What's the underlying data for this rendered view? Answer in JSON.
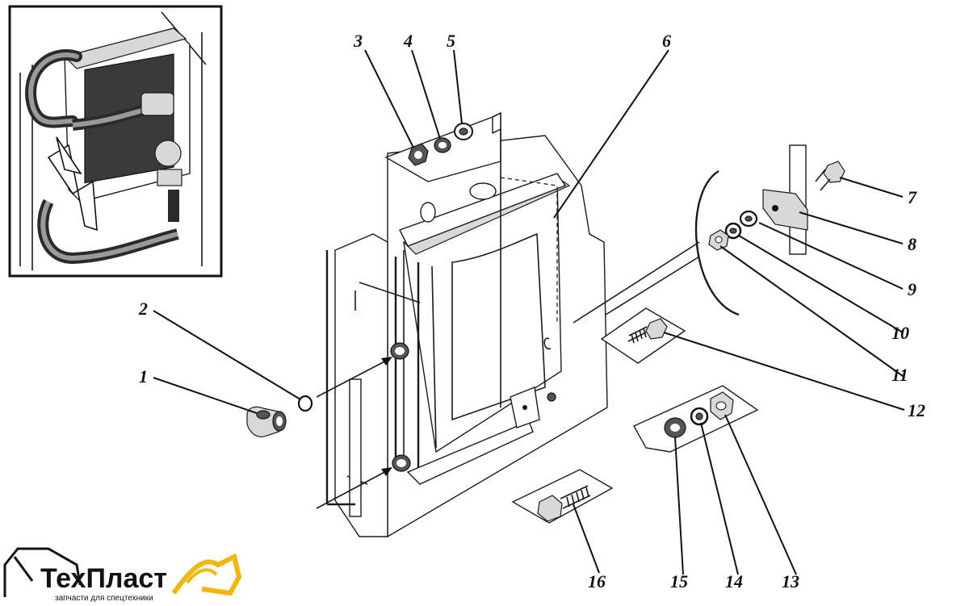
{
  "callouts": [
    {
      "id": "1",
      "label": "1"
    },
    {
      "id": "2",
      "label": "2"
    },
    {
      "id": "3",
      "label": "3"
    },
    {
      "id": "4",
      "label": "4"
    },
    {
      "id": "5",
      "label": "5"
    },
    {
      "id": "6",
      "label": "6"
    },
    {
      "id": "7",
      "label": "7"
    },
    {
      "id": "8",
      "label": "8"
    },
    {
      "id": "9",
      "label": "9"
    },
    {
      "id": "10",
      "label": "10"
    },
    {
      "id": "11",
      "label": "11"
    },
    {
      "id": "12",
      "label": "12"
    },
    {
      "id": "13",
      "label": "13"
    },
    {
      "id": "14",
      "label": "14"
    },
    {
      "id": "15",
      "label": "15"
    },
    {
      "id": "16",
      "label": "16"
    }
  ],
  "logo": {
    "brand": "ТехПласт",
    "tagline": "запчасти для спецтехники",
    "accent_color": "#f2b705"
  }
}
